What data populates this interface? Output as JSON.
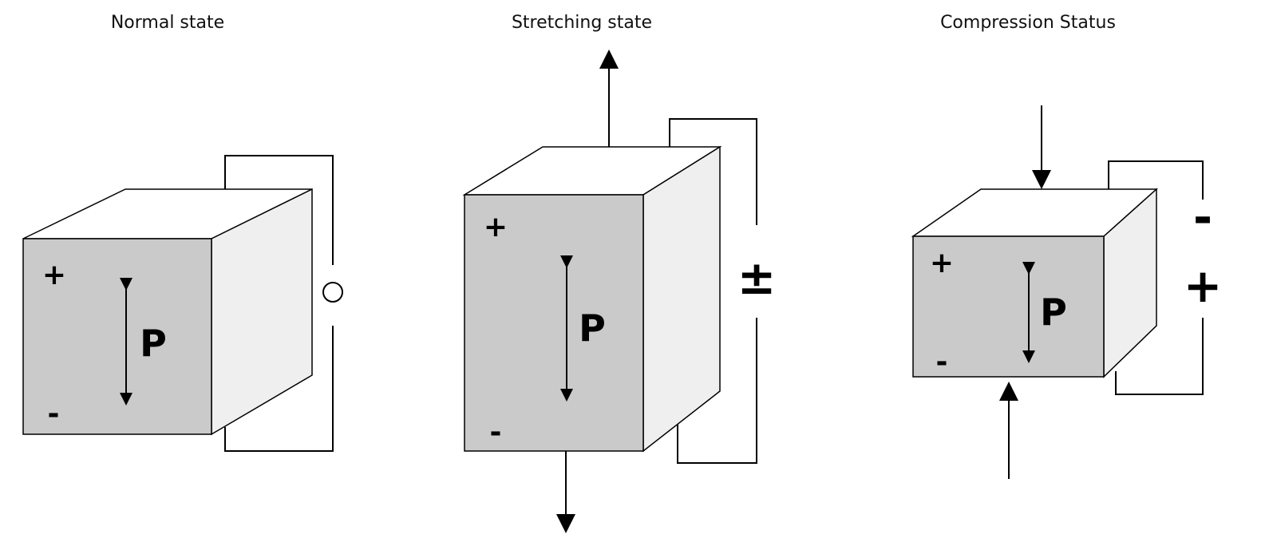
{
  "panels": [
    {
      "title": "Normal state",
      "plus": "+",
      "minus": "-",
      "polarization": "P",
      "terminal": "○"
    },
    {
      "title": "Stretching state",
      "plus": "+",
      "minus": "-",
      "polarization": "P",
      "terminal": "±"
    },
    {
      "title": "Compression Status",
      "plus": "+",
      "minus": "-",
      "polarization": "P",
      "terminal_top": "-",
      "terminal_bottom": "+"
    }
  ]
}
